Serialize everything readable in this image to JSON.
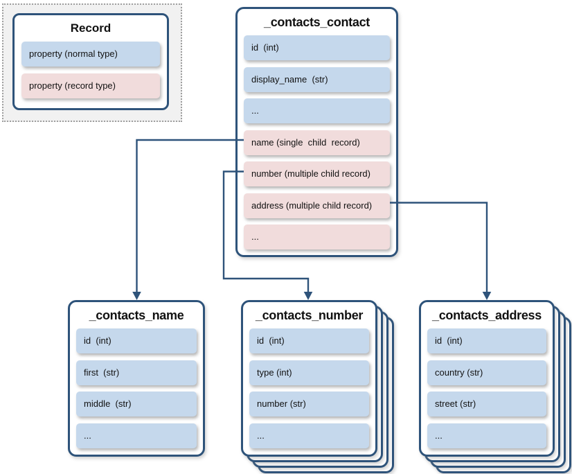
{
  "colors": {
    "accent_navy": "#2e537a",
    "row_blue": "#c5d8ec",
    "row_pink": "#f1dcdc",
    "legend_background": "#f1f1f1",
    "dotted_border_gray": "#9e9e9e"
  },
  "legend": {
    "title": "Record",
    "rows": [
      {
        "label": "property (normal type)",
        "kind": "normal"
      },
      {
        "label": "property (record type)",
        "kind": "record"
      }
    ]
  },
  "tables": {
    "contact": {
      "title": "_contacts_contact",
      "rows": [
        {
          "label": "id  (int)",
          "kind": "normal"
        },
        {
          "label": "display_name  (str)",
          "kind": "normal"
        },
        {
          "label": "...",
          "kind": "normal"
        },
        {
          "label": "name (single  child  record)",
          "kind": "record"
        },
        {
          "label": "number (multiple child record)",
          "kind": "record"
        },
        {
          "label": "address (multiple child record)",
          "kind": "record"
        },
        {
          "label": "...",
          "kind": "record"
        }
      ]
    },
    "name": {
      "title": "_contacts_name",
      "rows": [
        {
          "label": "id  (int)",
          "kind": "normal"
        },
        {
          "label": "first  (str)",
          "kind": "normal"
        },
        {
          "label": "middle  (str)",
          "kind": "normal"
        },
        {
          "label": "...",
          "kind": "normal"
        }
      ]
    },
    "number": {
      "title": "_contacts_number",
      "rows": [
        {
          "label": "id  (int)",
          "kind": "normal"
        },
        {
          "label": "type (int)",
          "kind": "normal"
        },
        {
          "label": "number (str)",
          "kind": "normal"
        },
        {
          "label": "...",
          "kind": "normal"
        }
      ]
    },
    "address": {
      "title": "_contacts_address",
      "rows": [
        {
          "label": "id  (int)",
          "kind": "normal"
        },
        {
          "label": "country (str)",
          "kind": "normal"
        },
        {
          "label": "street (str)",
          "kind": "normal"
        },
        {
          "label": "...",
          "kind": "normal"
        }
      ]
    }
  },
  "relations": [
    {
      "from": "name (single child record)",
      "to": "_contacts_name",
      "cardinality": "single"
    },
    {
      "from": "number (multiple child record)",
      "to": "_contacts_number",
      "cardinality": "multiple"
    },
    {
      "from": "address (multiple child record)",
      "to": "_contacts_address",
      "cardinality": "multiple"
    }
  ]
}
